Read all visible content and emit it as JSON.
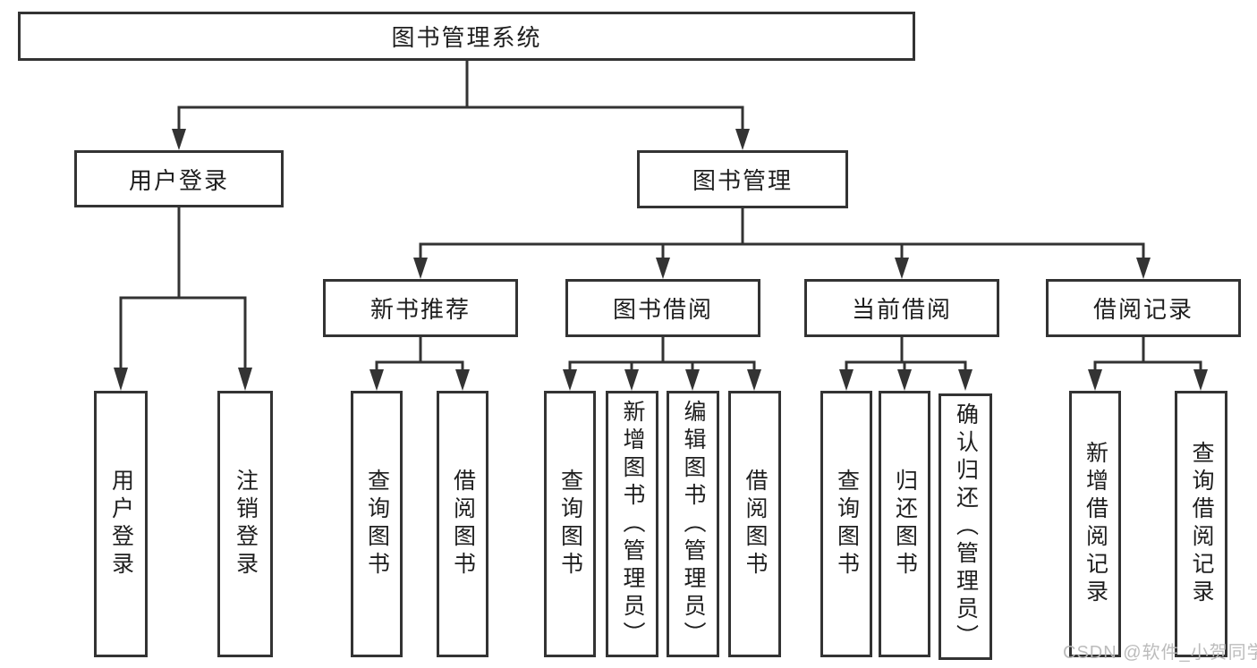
{
  "tree": {
    "root": {
      "label": "图书管理系统"
    },
    "level1": [
      {
        "label": "用户登录",
        "leaves": [
          {
            "label": "用户登录"
          },
          {
            "label": "注销登录"
          }
        ]
      },
      {
        "label": "图书管理",
        "sections": [
          {
            "label": "新书推荐",
            "leaves": [
              {
                "label": "查询图书"
              },
              {
                "label": "借阅图书"
              }
            ]
          },
          {
            "label": "图书借阅",
            "leaves": [
              {
                "label": "查询图书"
              },
              {
                "label": "新增图书（管理员）"
              },
              {
                "label": "编辑图书（管理员）"
              },
              {
                "label": "借阅图书"
              }
            ]
          },
          {
            "label": "当前借阅",
            "leaves": [
              {
                "label": "查询图书"
              },
              {
                "label": "归还图书"
              },
              {
                "label": "确认归还（管理员）"
              }
            ]
          },
          {
            "label": "借阅记录",
            "leaves": [
              {
                "label": "新增借阅记录"
              },
              {
                "label": "查询借阅记录"
              }
            ]
          }
        ]
      }
    ]
  },
  "watermark": {
    "text": "CSDN @软件_小贺同学"
  },
  "colors": {
    "line": "#333333",
    "box_border": "#333333",
    "text": "#1e1e1e",
    "background": "#ffffff",
    "watermark": "#b9b9b9"
  }
}
